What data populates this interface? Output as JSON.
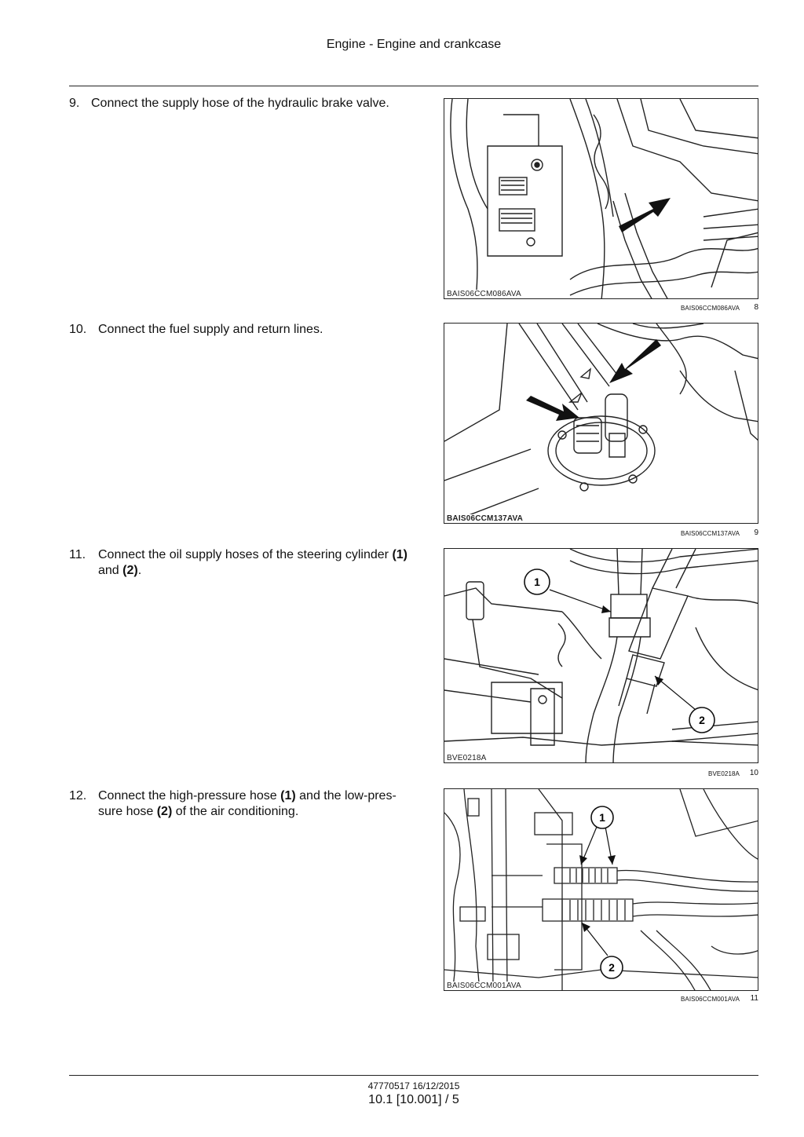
{
  "header": {
    "title": "Engine - Engine and crankcase"
  },
  "steps": [
    {
      "number": "9.",
      "text": "Connect the supply hose of the hydraulic brake valve."
    },
    {
      "number": "10.",
      "text": "Connect the fuel supply and return lines."
    },
    {
      "number": "11.",
      "text_before": "Connect the oil supply hoses of the steering cylinder ",
      "ref1": "(1)",
      "text_mid": " and ",
      "ref2": "(2)",
      "text_after": "."
    },
    {
      "number": "12.",
      "text_before": "Connect the high-pressure hose ",
      "ref1": "(1)",
      "text_mid": " and the low-pres- sure hose ",
      "ref2": "(2)",
      "text_after": " of the air conditioning."
    }
  ],
  "figures": [
    {
      "image_code": "BAIS06CCM086AVA",
      "caption_code": "BAIS06CCM086AVA",
      "number": "8"
    },
    {
      "image_code": "BAIS06CCM137AVA",
      "caption_code": "BAIS06CCM137AVA",
      "number": "9"
    },
    {
      "image_code": "BVE0218A",
      "caption_code": "BVE0218A",
      "number": "10",
      "callouts": [
        "1",
        "2"
      ]
    },
    {
      "image_code": "BAIS06CCM001AVA",
      "caption_code": "BAIS06CCM001AVA",
      "number": "11",
      "callouts": [
        "1",
        "2"
      ]
    }
  ],
  "footer": {
    "doc_ref": "47770517 16/12/2015",
    "page": "10.1 [10.001] / 5"
  }
}
